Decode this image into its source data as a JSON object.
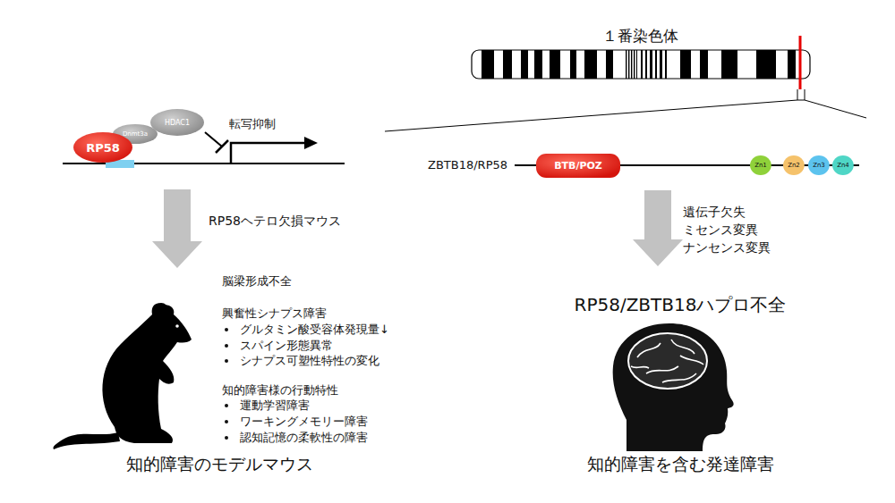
{
  "diagram": {
    "nodes": [
      {
        "text": [
          "RP58"
        ]
      },
      {
        "text": [
          "Dnmt3a"
        ]
      },
      {
        "text": [
          "HDAC1"
        ]
      },
      {
        "text": [
          "BTB/POZ"
        ]
      },
      {
        "text": [
          "Zn1"
        ]
      },
      {
        "text": [
          "Zn2"
        ]
      },
      {
        "text": [
          "Zn3"
        ]
      },
      {
        "text": [
          "Zn4"
        ]
      }
    ],
    "labels": [
      "１番染色体",
      "転写抑制",
      "ZBTB18/RP58",
      "RP58ヘテロ欠損マウス",
      "脳梁形成不全",
      "興奮性シナプス障害",
      "グルタミン酸受容体発現量↓",
      "スパイン形態異常",
      "シナプス可塑性特性の変化",
      "知的障害様の行動特性",
      "運動学習障害",
      "ワーキングメモリー障害",
      "認知記憶の柔軟性の障害",
      "知的障害のモデルマウス",
      "遺伝子欠失",
      "ミセンス変異",
      "ナンセンス変異",
      "RP58/ZBTB18ハプロ不全",
      "知的障害を含む発達障害"
    ]
  }
}
